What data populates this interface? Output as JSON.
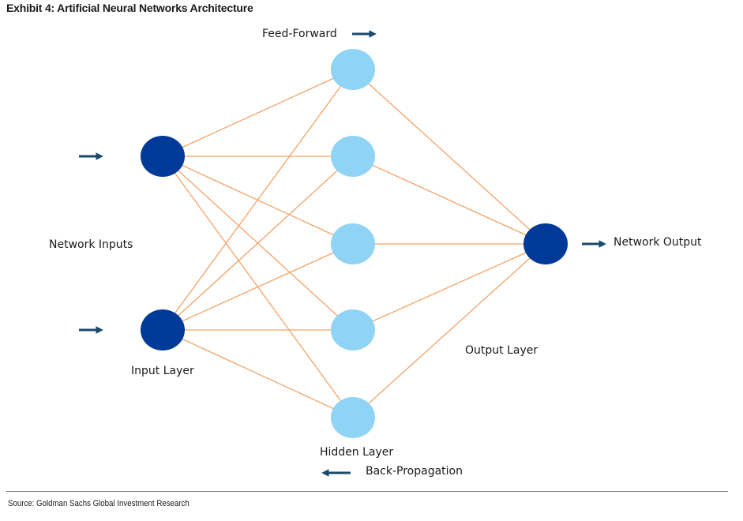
{
  "title": "Exhibit 4: Artificial Neural Networks Architecture",
  "labels": {
    "feed_forward": "Feed-Forward",
    "back_propagation": "Back-Propagation",
    "network_inputs": "Network Inputs",
    "network_output": "Network Output",
    "input_layer": "Input Layer",
    "hidden_layer": "Hidden Layer",
    "output_layer": "Output Layer"
  },
  "source": "Source: Goldman Sachs Global Investment Research",
  "colors": {
    "dark_node": "#003a99",
    "light_node": "#8fd3f5",
    "connection": "#f4a366",
    "arrow": "#1b4a6b"
  },
  "layers": {
    "input_nodes": 2,
    "hidden_nodes": 5,
    "output_nodes": 1
  }
}
